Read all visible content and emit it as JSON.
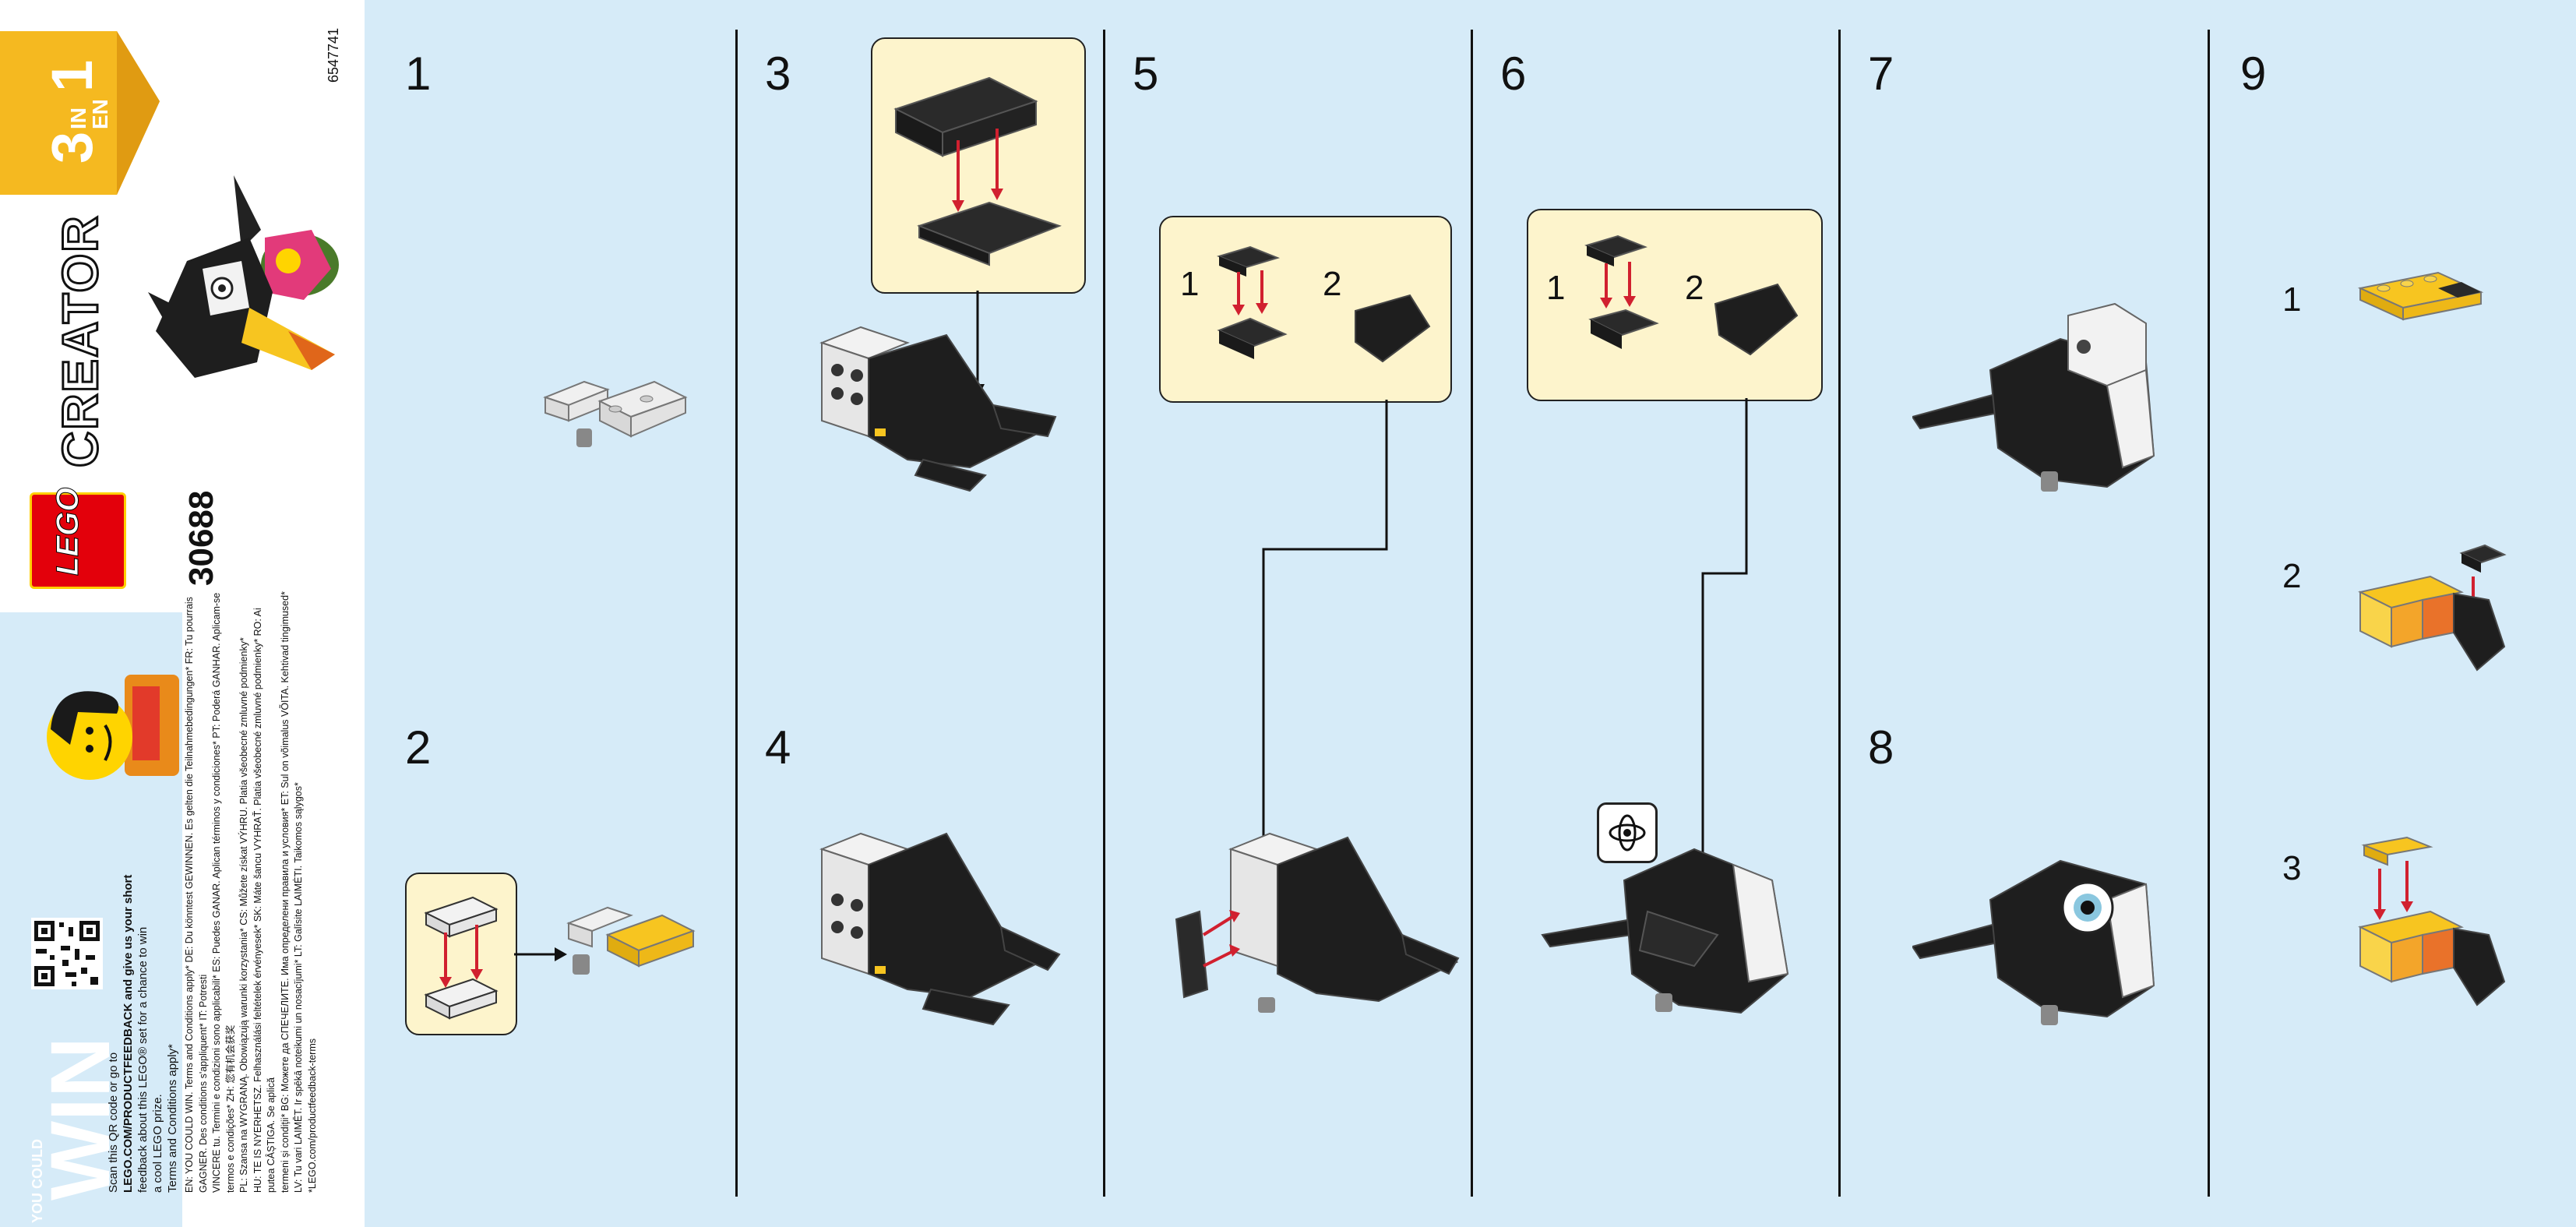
{
  "cover": {
    "product_number": "30688",
    "doc_code": "6547741",
    "brand_logo": "LEGO",
    "series": "CREATOR",
    "badge": "3in1"
  },
  "win": {
    "title": "WIN",
    "you_could": "YOU COULD",
    "cta_line1": "Scan this QR code or go to",
    "cta_line2": "LEGO.COM/PRODUCTFEEDBACK and give us your short",
    "cta_line3": "feedback about this LEGO® set for a chance to win",
    "cta_line4": "a cool LEGO prize.",
    "cta_line5": "Terms and Conditions apply*",
    "legal_1": "EN: YOU COULD WIN. Terms and Conditions apply* DE: Du könntest GEWINNEN. Es gelten die Teilnahmebedingungen* FR: Tu pourrais GAGNER. Des conditions s'appliquent* IT: Potresti",
    "legal_2": "VINCERE tu. Termini e condizioni sono applicabili* ES: Puedes GANAR. Aplican términos y condiciones* PT: Poderá GANHAR. Aplicam-se termos e condições* ZH: 您有机会获奖",
    "legal_3": "PL: Szansa na WYGRANĄ. Obowiązują warunki korzystania* CS: Můžete získat VÝHRU. Platia všeobecné zmluvné podmienky*",
    "legal_4": "HU: TE IS NYERHETSZ. Felhasználási feltételek érvényesek* SK: Máte šancu VYHRAŤ. Platia všeobecné zmluvné podmienky* RO: Ai putea CÂȘTIGA. Se aplică",
    "legal_5": "termeni și condiții* BG: Можете да СПЕЧЕЛИТЕ. Има определени правила и условия* ET: Sul on võimalus VÕITA. Kehtivad tingimused*",
    "legal_6": "LV: Tu vari LAIMĒT. Ir spēkā noteikumi un nosacījumi* LT: Galīsite LAIMĖTI. Taikomos sąlygos*",
    "legal_7": "*LEGO.com/productfeedback-terms"
  },
  "steps": {
    "s1": "1",
    "s2": "2",
    "s3": "3",
    "s4": "4",
    "s5": "5",
    "s6": "6",
    "s7": "7",
    "s8": "8",
    "s9": "9"
  },
  "substeps": {
    "c5_a": "1",
    "c5_b": "2",
    "c6_a": "1",
    "c6_b": "2",
    "s9_1": "1",
    "s9_2": "2",
    "s9_3": "3"
  },
  "colors": {
    "background": "#d6ebf8",
    "callout": "#fdf4cc",
    "arrow": "#d1202f",
    "brick_black": "#1e1e1e",
    "brick_white": "#f2f2f2",
    "brick_yellow": "#f7c520",
    "lego_red": "#e3000b",
    "badge_yellow": "#f5b920"
  }
}
